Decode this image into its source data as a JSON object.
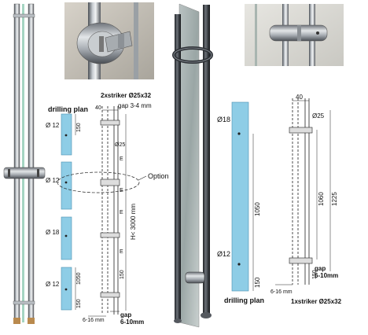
{
  "left_drawing": {
    "title": "drilling plan",
    "striker_note": "2xstriker Ø25x32",
    "gap_top": "gap 3-4 mm",
    "dim_40": "40",
    "diam_25": "Ø25",
    "diam_12_a": "Ø 12",
    "diam_12_b": "Ø 12",
    "diam_18": "Ø 18",
    "diam_12_c": "Ø 12",
    "option_label": "Option",
    "dim_150_top": "150",
    "dim_150_bottom": "150",
    "dim_1050": "1050",
    "dim_150_rail": "150",
    "height_note": "H< 3000 mm",
    "tube_range": "6-16 mm",
    "gap_bottom_1": "gap",
    "gap_bottom_2": "6-10mm",
    "marks": [
      "E",
      "E",
      "E",
      "E"
    ]
  },
  "right_drawing": {
    "title": "drilling plan",
    "diam_18": "Ø18",
    "diam_12": "Ø12",
    "dim_1050": "1050",
    "dim_150": "150",
    "dim_40": "40",
    "diam_25": "Ø25",
    "dim_1060": "1060",
    "dim_1225": "1225",
    "dim_150_rail": "150",
    "gap_1": "gap",
    "gap_2": "6-10mm",
    "tube_range": "6-16 mm",
    "striker_note": "1xstriker Ø25x32"
  },
  "colors": {
    "glass_blue": "#8ecde6",
    "steel_dark": "#3b3f44",
    "steel_mid": "#8d939a",
    "steel_light": "#d9dde1",
    "photo_bg": "#c9c7c0"
  }
}
